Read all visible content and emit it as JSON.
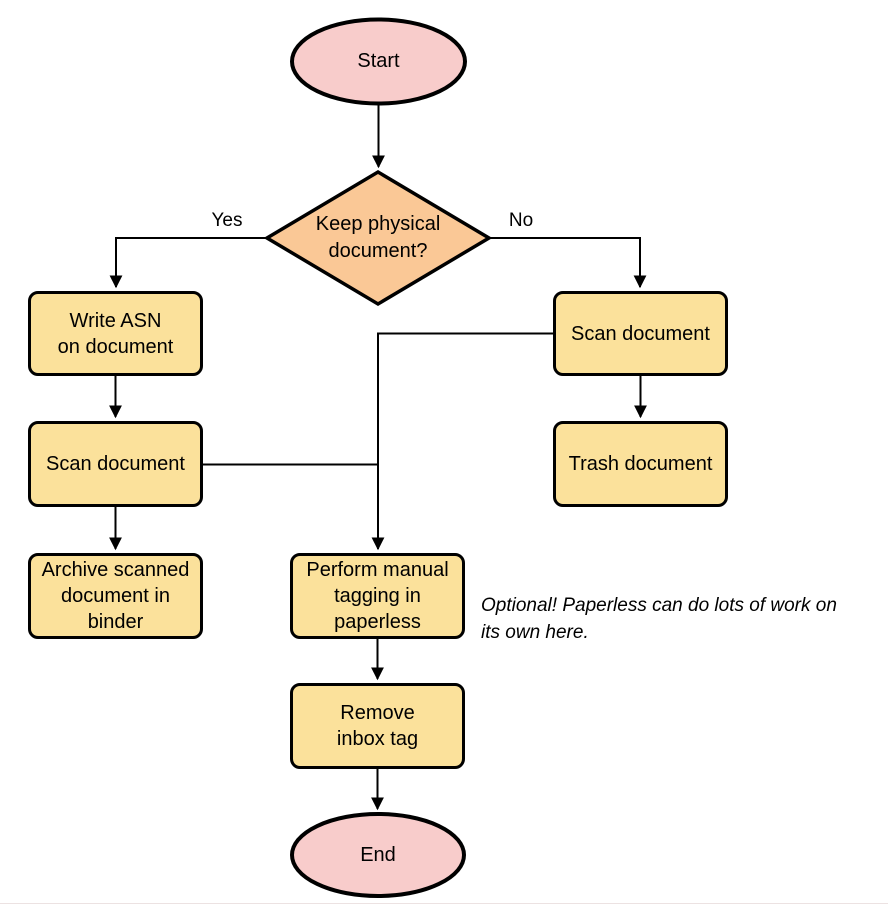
{
  "diagram": {
    "type": "flowchart",
    "colors": {
      "terminal_fill": "#F8CCCB",
      "decision_fill": "#FAC896",
      "process_fill": "#FBE19B",
      "stroke": "#000000",
      "text": "#000000"
    },
    "nodes": {
      "start": {
        "label": "Start",
        "shape": "ellipse"
      },
      "decision": {
        "label": "Keep physical\ndocument?",
        "shape": "diamond"
      },
      "write_asn": {
        "label": "Write ASN\non document",
        "shape": "process"
      },
      "scan_left": {
        "label": "Scan document",
        "shape": "process"
      },
      "archive": {
        "label": "Archive scanned\ndocument in\nbinder",
        "shape": "process"
      },
      "scan_right": {
        "label": "Scan document",
        "shape": "process"
      },
      "trash": {
        "label": "Trash document",
        "shape": "process"
      },
      "tagging": {
        "label": "Perform manual\ntagging in\npaperless",
        "shape": "process"
      },
      "remove_inbox": {
        "label": "Remove\ninbox tag",
        "shape": "process"
      },
      "end": {
        "label": "End",
        "shape": "ellipse"
      }
    },
    "edge_labels": {
      "yes": "Yes",
      "no": "No"
    },
    "annotation": "Optional! Paperless can do lots of work on\nits own here."
  }
}
